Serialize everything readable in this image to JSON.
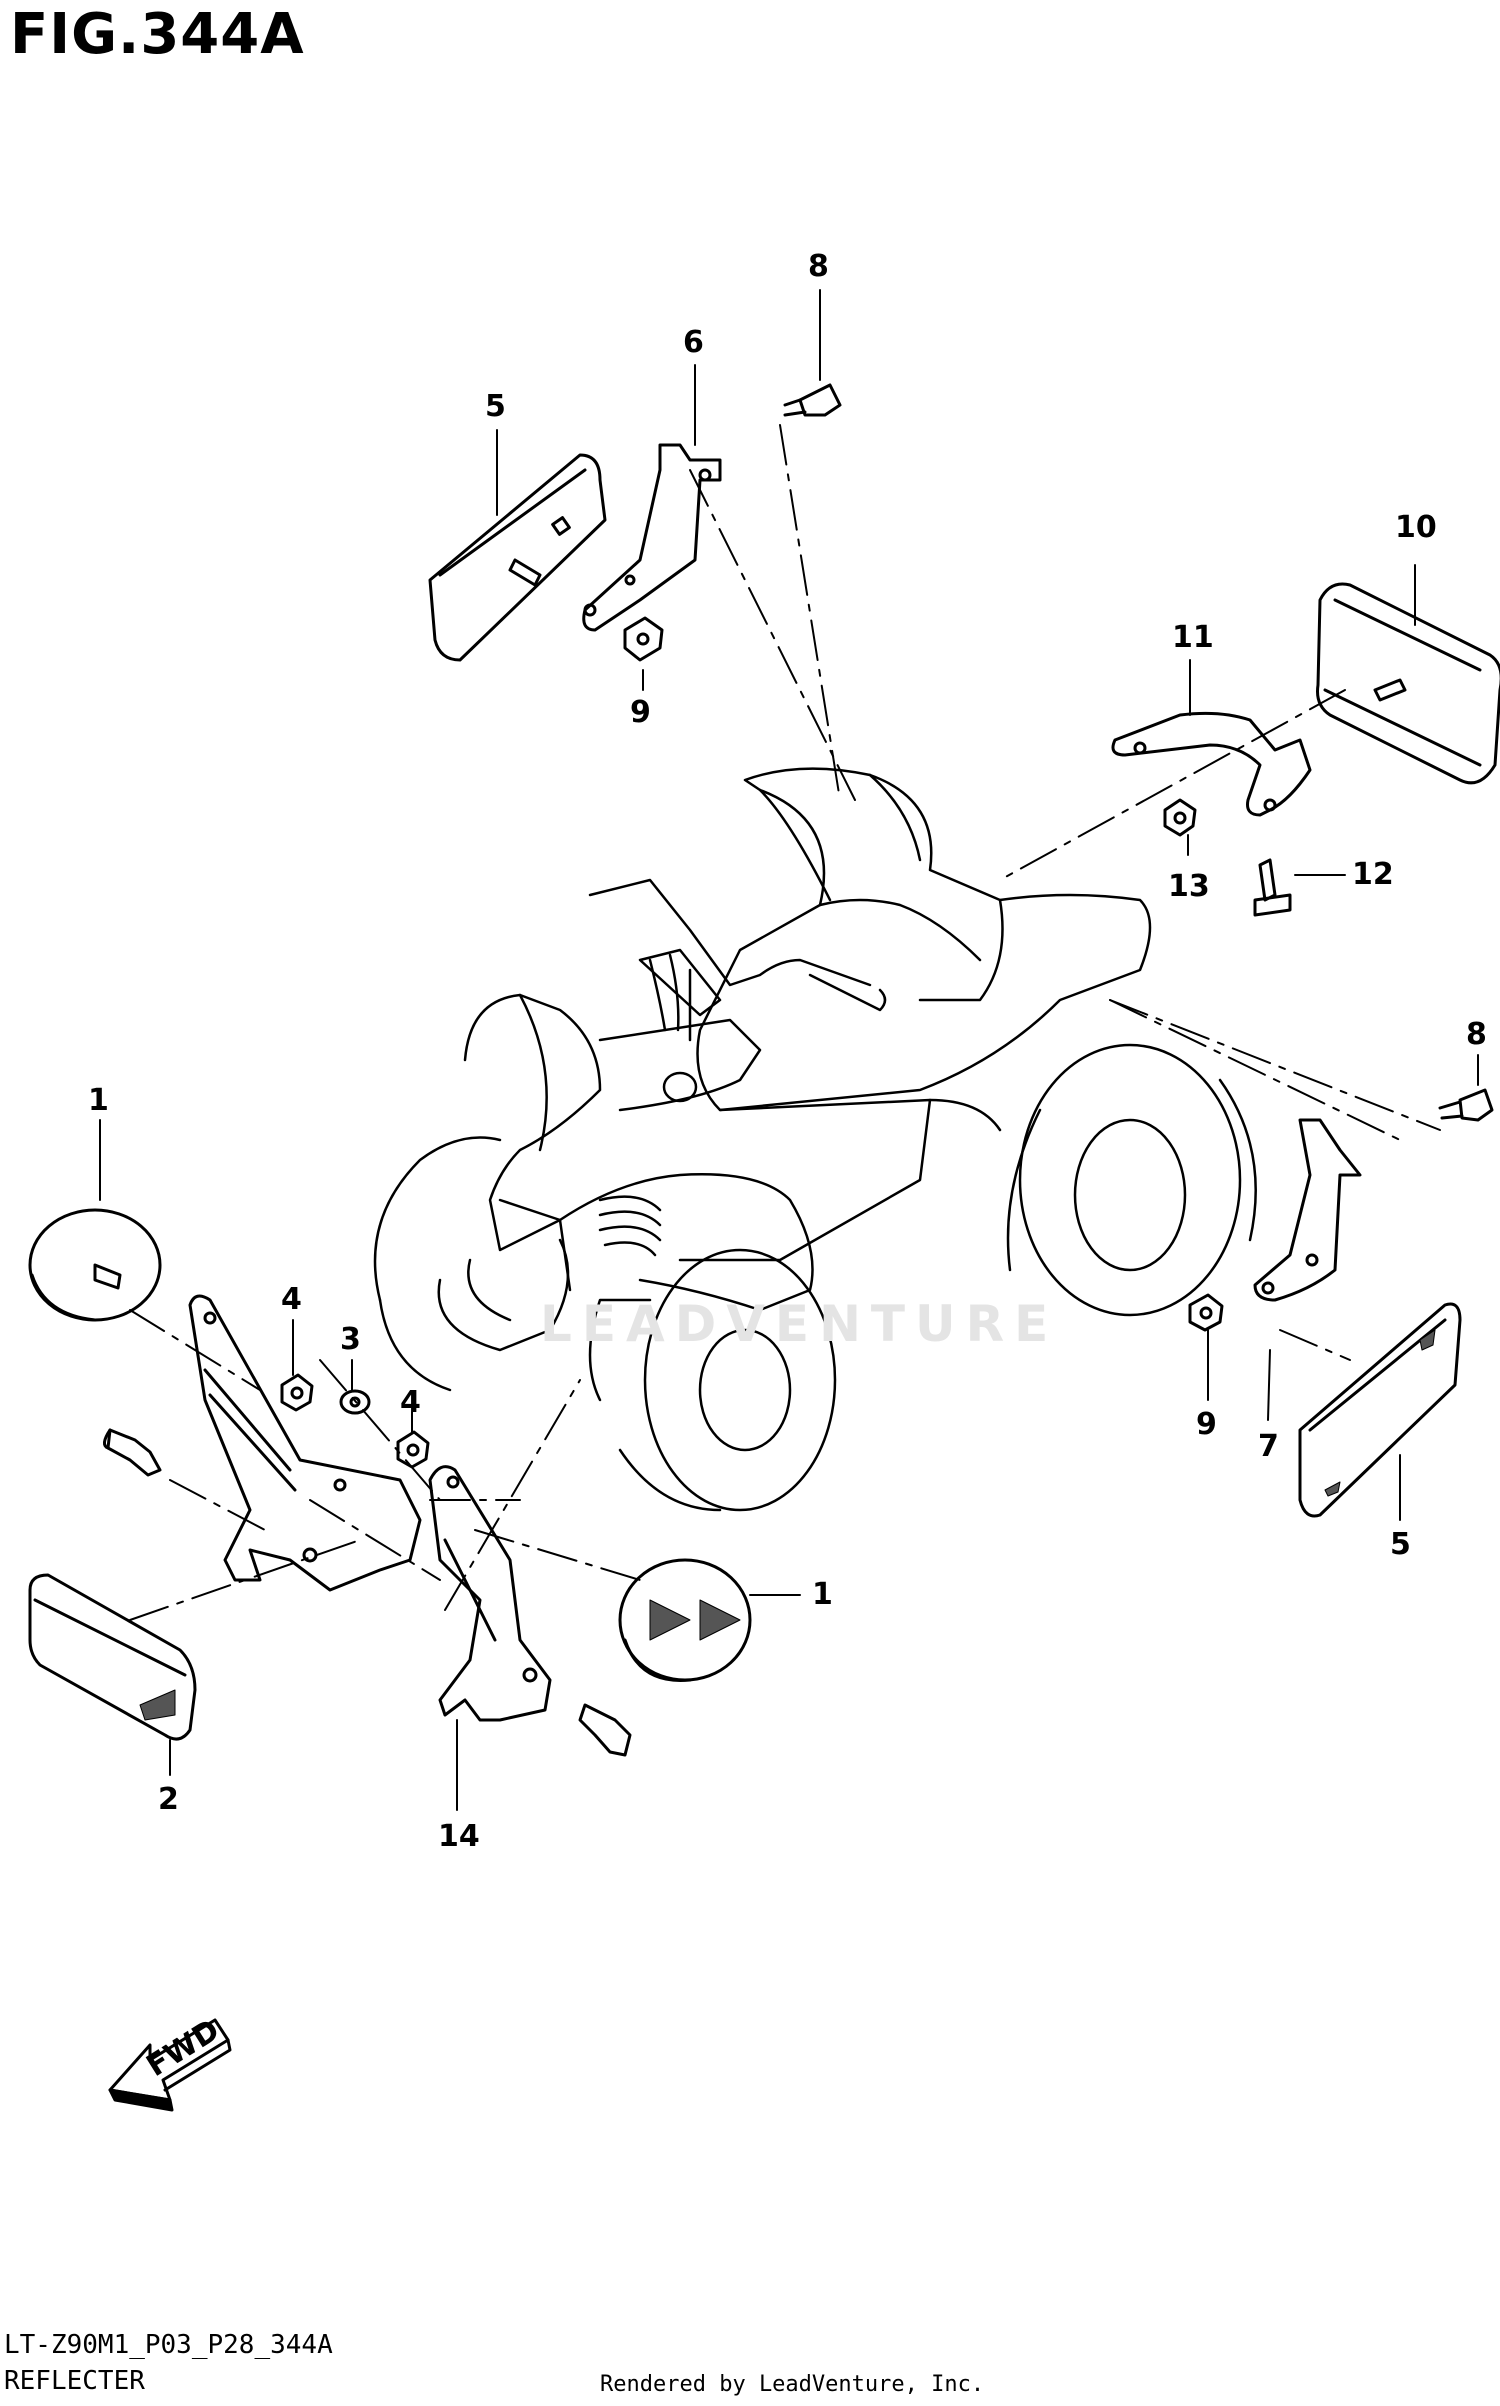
{
  "figure": {
    "title": "FIG.344A",
    "code": "LT-Z90M1_P03_P28_344A",
    "name": "REFLECTER",
    "rendered_by": "Rendered by LeadVenture, Inc.",
    "watermark": "LEADVENTURE",
    "direction_label": "FWD"
  },
  "callouts": [
    {
      "id": "c-8-top",
      "number": "8"
    },
    {
      "id": "c-6",
      "number": "6"
    },
    {
      "id": "c-5-top",
      "number": "5"
    },
    {
      "id": "c-10",
      "number": "10"
    },
    {
      "id": "c-9-top",
      "number": "9"
    },
    {
      "id": "c-11",
      "number": "11"
    },
    {
      "id": "c-12",
      "number": "12"
    },
    {
      "id": "c-13",
      "number": "13"
    },
    {
      "id": "c-1-left",
      "number": "1"
    },
    {
      "id": "c-8-right",
      "number": "8"
    },
    {
      "id": "c-4-upper",
      "number": "4"
    },
    {
      "id": "c-3",
      "number": "3"
    },
    {
      "id": "c-4-lower",
      "number": "4"
    },
    {
      "id": "c-9-right",
      "number": "9"
    },
    {
      "id": "c-7",
      "number": "7"
    },
    {
      "id": "c-5-right",
      "number": "5"
    },
    {
      "id": "c-1-right",
      "number": "1"
    },
    {
      "id": "c-2",
      "number": "2"
    },
    {
      "id": "c-14",
      "number": "14"
    }
  ]
}
